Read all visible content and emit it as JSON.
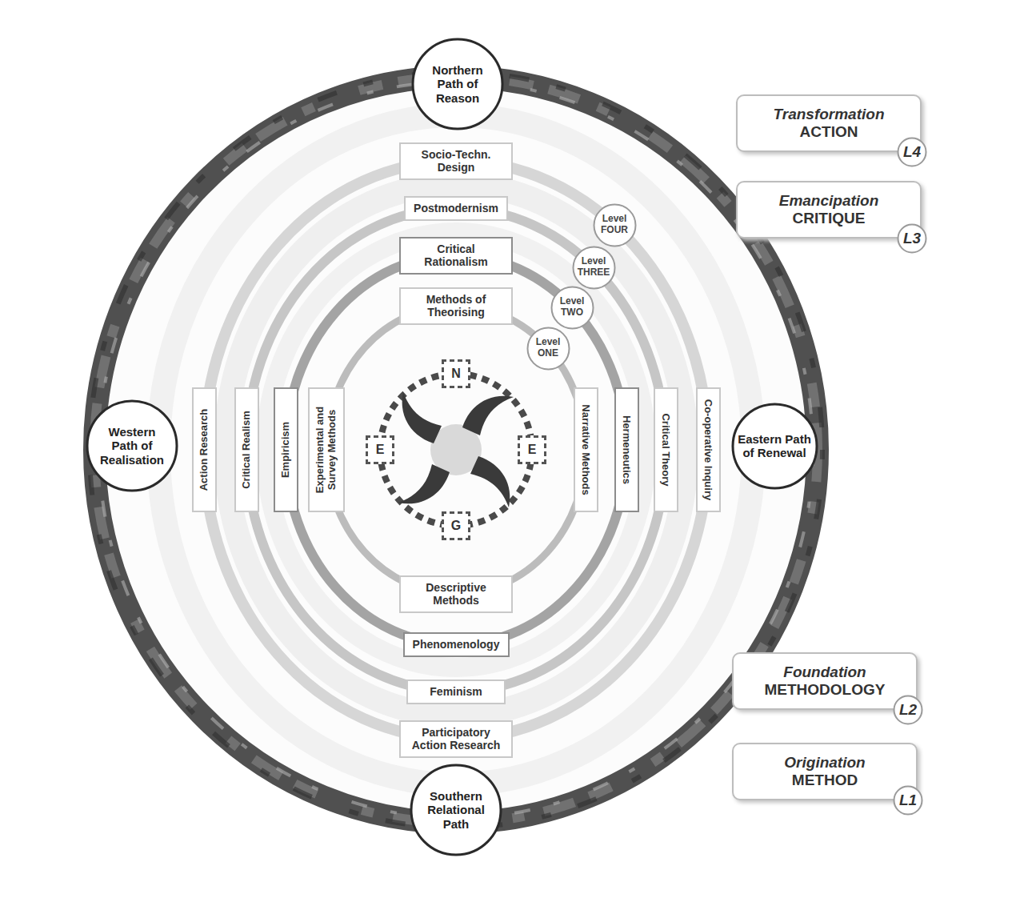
{
  "diagram": {
    "nodes": [
      {
        "text": [
          "Northern Path of Reason"
        ]
      },
      {
        "text": [
          "Transformation",
          "ACTION"
        ]
      },
      {
        "text": [
          "L4"
        ],
        "in": 1
      },
      {
        "text": [
          "Emancipation",
          "CRITIQUE"
        ]
      },
      {
        "text": [
          "L3"
        ],
        "in": 3
      },
      {
        "text": [
          "Socio-Techn. Design"
        ]
      },
      {
        "text": [
          "Postmodernism"
        ]
      },
      {
        "text": [
          "Level FOUR"
        ]
      },
      {
        "text": [
          "Level THREE"
        ]
      },
      {
        "text": [
          "Critical Rationalism"
        ]
      },
      {
        "text": [
          "Methods of Theorising"
        ]
      },
      {
        "text": [
          "Level TWO"
        ]
      },
      {
        "text": [
          "Level ONE"
        ]
      },
      {
        "text": [
          "N"
        ]
      },
      {
        "text": [
          "Western Path of Realisation"
        ]
      },
      {
        "text": [
          "Action Research"
        ]
      },
      {
        "text": [
          "Critical Realism"
        ]
      },
      {
        "text": [
          "Empiricism"
        ]
      },
      {
        "text": [
          "Experimental and Survey Methods"
        ]
      },
      {
        "text": [
          "E"
        ]
      },
      {
        "text": [
          "E"
        ]
      },
      {
        "text": [
          "Narrative Methods"
        ]
      },
      {
        "text": [
          "Hermeneutics"
        ]
      },
      {
        "text": [
          "Critical Theory"
        ]
      },
      {
        "text": [
          "Co-operative Inquiry"
        ]
      },
      {
        "text": [
          "Eastern Path of Renewal"
        ]
      },
      {
        "text": [
          "G"
        ]
      },
      {
        "text": [
          "Descriptive Methods"
        ]
      },
      {
        "text": [
          "Phenomenology"
        ]
      },
      {
        "text": [
          "Feminism"
        ]
      },
      {
        "text": [
          "Participatory Action Research"
        ]
      },
      {
        "text": [
          "Foundation",
          "METHODOLOGY"
        ]
      },
      {
        "text": [
          "L2"
        ],
        "in": 31
      },
      {
        "text": [
          "Southern Relational Path"
        ]
      },
      {
        "text": [
          "Origination",
          "METHOD"
        ]
      },
      {
        "text": [
          "L1"
        ],
        "in": 34
      }
    ]
  }
}
